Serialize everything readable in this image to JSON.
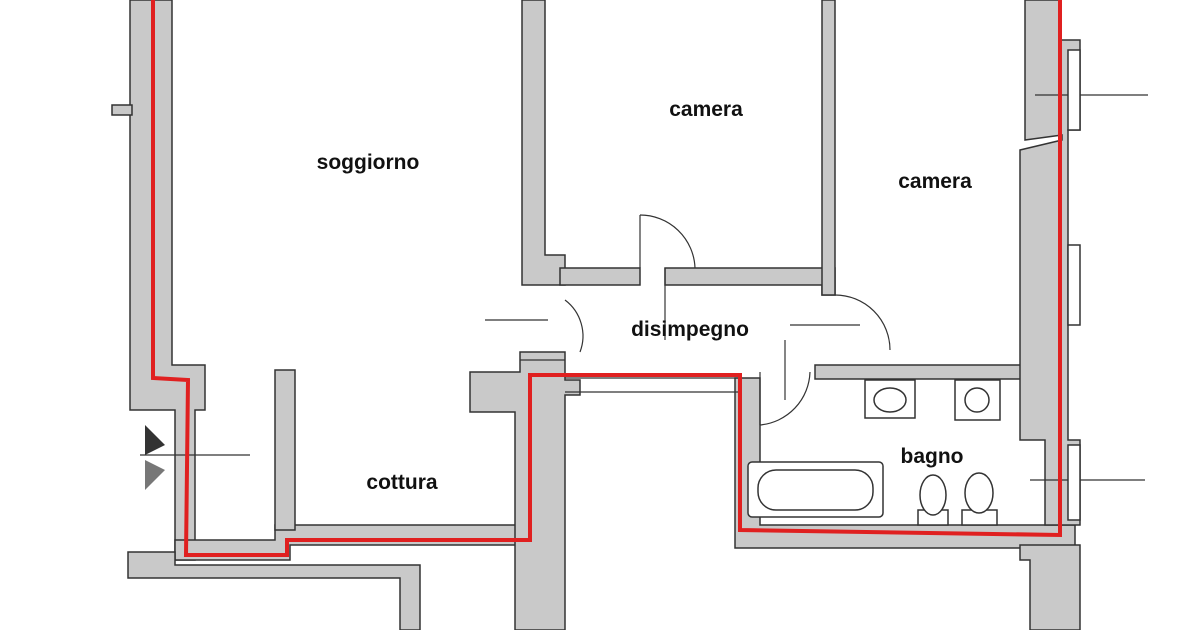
{
  "rooms": {
    "living": "soggiorno",
    "bedroom_1": "camera",
    "bedroom_2": "camera",
    "hallway": "disimpegno",
    "bathroom": "bagno",
    "kitchen": "cottura"
  },
  "colors": {
    "boundary_line": "#e02020",
    "wall_fill": "#c9c9c9"
  }
}
